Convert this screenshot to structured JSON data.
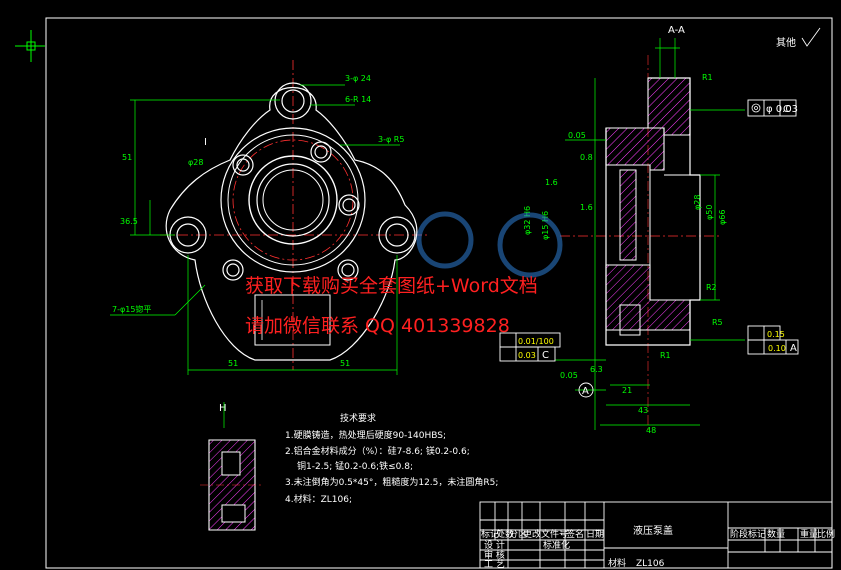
{
  "watermark": {
    "line1": "获取下载购买全套图纸+Word文档",
    "line2": "请加微信联系 QQ 401339828"
  },
  "top_right": {
    "section_label": "A-A",
    "other_label": "其他"
  },
  "dims_front": {
    "d1": "3-φ 24",
    "d2": "6-R 14",
    "d3": "3-φ R5",
    "d4": "51",
    "d5": "φ28",
    "d6": "36.5",
    "d7": "7-φ15锪平",
    "d8": "51",
    "d9": "51",
    "d10": "I"
  },
  "dims_section": {
    "tol1": "0.05",
    "tol2": "φ 0.03",
    "tol3": "0.15",
    "tol4": "0.10",
    "datum_c": "C",
    "datum_a": "A",
    "flat1": "0.01/100",
    "flat2": "0.03",
    "v1": "48",
    "v2": "43",
    "v3": "21",
    "v4": "R1",
    "v5": "R2",
    "v6": "R5",
    "v7": "R1",
    "v8": "0.05",
    "v9": "1.6",
    "v10": "1.6",
    "v11": "6.3",
    "v12": "0.8",
    "d_a": "φ32 H6",
    "d_b": "φ15 H6",
    "d_c": "φ28",
    "d_d": "φ66",
    "d_e": "φ50",
    "datum_a2": "A"
  },
  "detail": {
    "label": "H"
  },
  "tech": {
    "title": "技术要求",
    "line1": "1.硬膜铸造，热处理后硬度90-140HBS;",
    "line2": "2.铝合金材料成分（%）：硅7-8.6; 镁0.2-0.6;",
    "line3": "铜1-2.5; 锰0.2-0.6;铁≤0.8;",
    "line4": "3.未注倒角为0.5*45°，粗糙度为12.5，未注圆角R5;",
    "line5": "4.材料：ZL106;"
  },
  "title_block": {
    "name": "液压泵盖",
    "material_label": "材料",
    "material": "ZL106",
    "row_design": "设 计",
    "row_check": "审 核",
    "row_std": "标准化",
    "row_proc": "工 艺",
    "c_mark": "标记",
    "c_count": "处数",
    "c_zone": "分区",
    "c_doc": "更改文件号",
    "c_sign": "签名",
    "c_date": "日期",
    "r_stage": "阶段标记",
    "r_qty": "数量",
    "r_weight": "重量",
    "r_scale": "比例"
  },
  "colors": {
    "background": "#000000",
    "outline": "#ffffff",
    "center": "#ff3030",
    "dimension": "#00ff00",
    "hatch": "#ff40ff",
    "cyan": "#00ffff",
    "yellow": "#ffff00",
    "watermark": "#ff2020"
  }
}
